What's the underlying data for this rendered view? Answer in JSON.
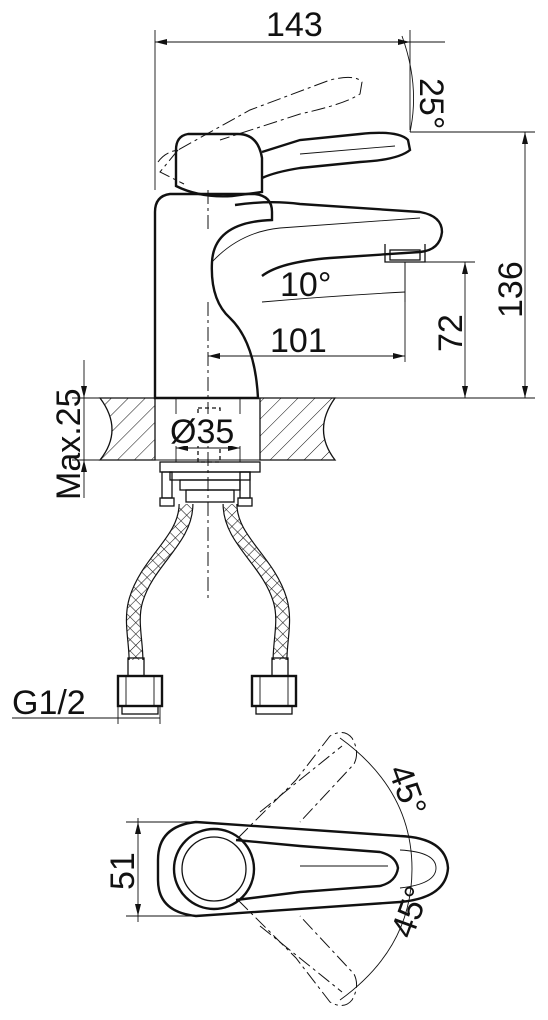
{
  "dimensions": {
    "overall_length": "143",
    "handle_angle_top": "25°",
    "overall_height": "136",
    "spout_angle": "10°",
    "spout_reach": "101",
    "spout_height": "72",
    "mounting_hole": "Ø35",
    "max_deck": "Max.25",
    "thread": "G1/2",
    "body_width": "51",
    "rotation_upper": "45°",
    "rotation_lower": "45°"
  }
}
